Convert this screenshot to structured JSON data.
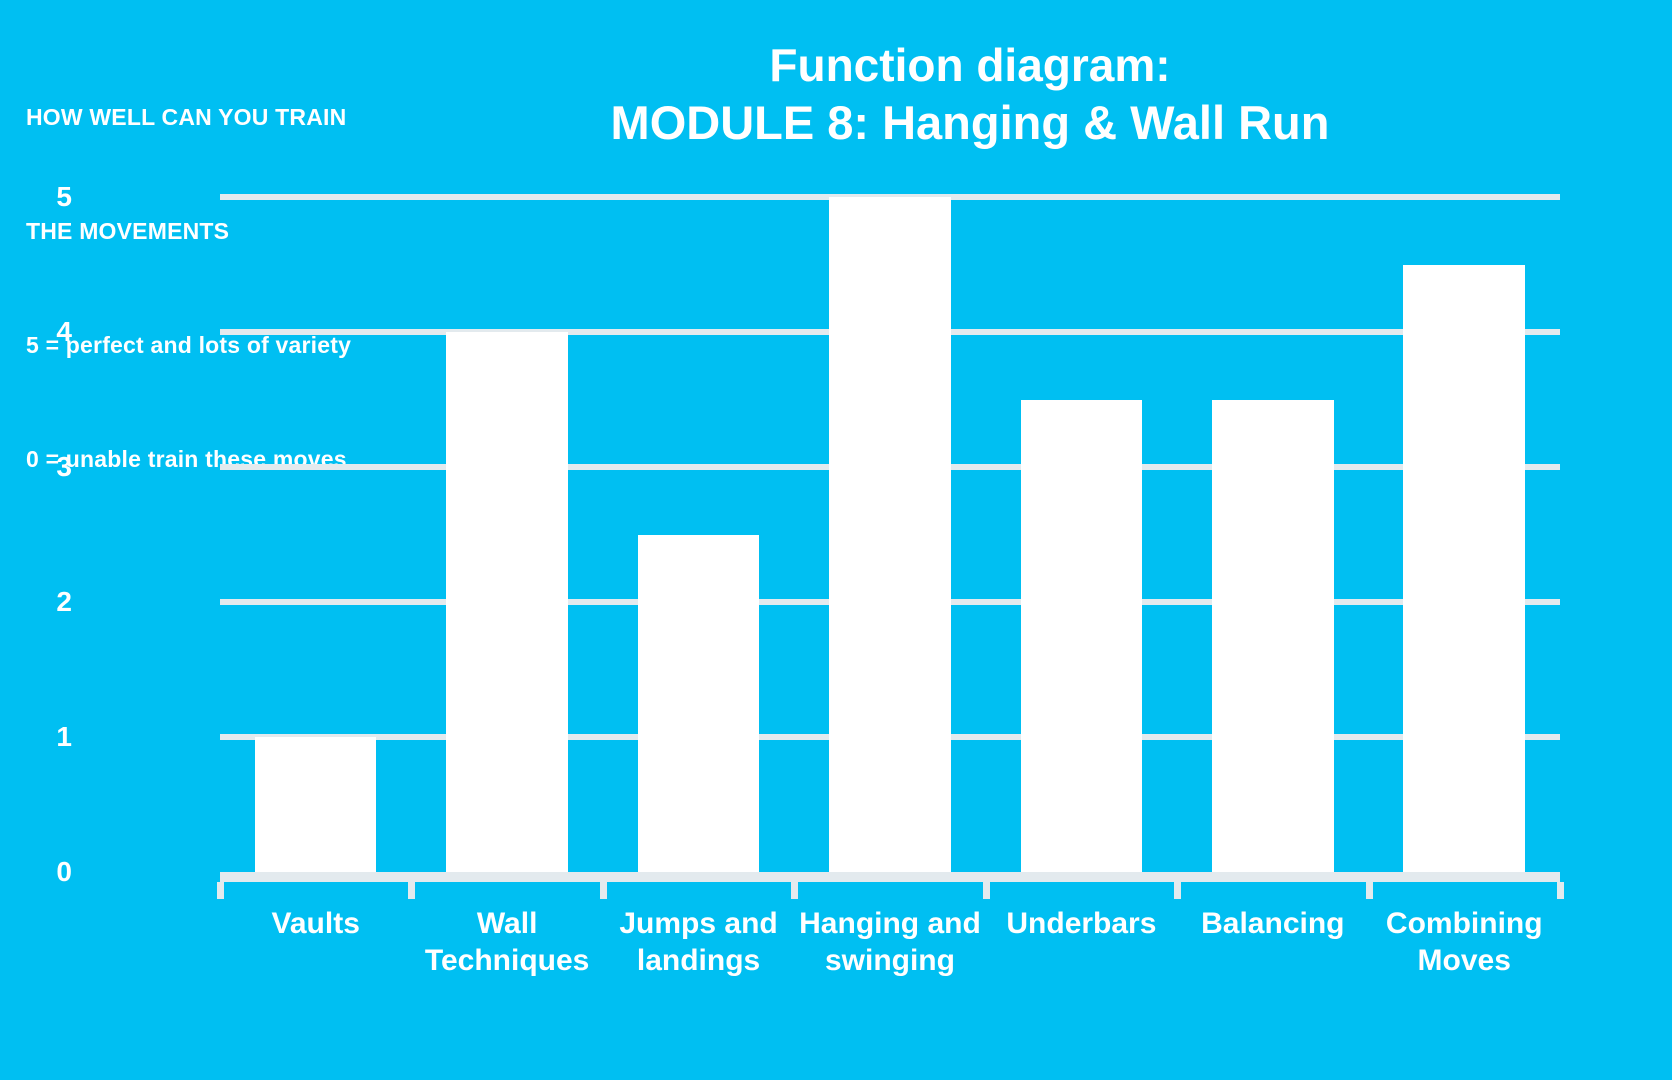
{
  "note": {
    "lines": [
      "HOW WELL CAN YOU TRAIN",
      "THE MOVEMENTS",
      "5 = perfect and lots of variety",
      "0 = unable train these moves"
    ]
  },
  "title": {
    "line1": "Function diagram:",
    "line2": "MODULE 8: Hanging & Wall Run"
  },
  "colors": {
    "background": "#00BFF2",
    "bar": "#FFFFFF",
    "gridline": "#E3EAEE",
    "text": "#FFFFFF"
  },
  "chart_data": {
    "type": "bar",
    "title": "Function diagram: MODULE 8: Hanging & Wall Run",
    "xlabel": "",
    "ylabel": "",
    "ylim": [
      0,
      5
    ],
    "yticks": [
      0,
      1,
      2,
      3,
      4,
      5
    ],
    "ytick_labels": [
      "0",
      "1",
      "2",
      "3",
      "4",
      "5"
    ],
    "grid": true,
    "legend": false,
    "categories": [
      "Vaults",
      "Wall Techniques",
      "Jumps and landings",
      "Hanging and swinging",
      "Underbars",
      "Balancing",
      "Combining Moves"
    ],
    "category_lines": [
      [
        "Vaults"
      ],
      [
        "Wall",
        "Techniques"
      ],
      [
        "Jumps and",
        "landings"
      ],
      [
        "Hanging and",
        "swinging"
      ],
      [
        "Underbars"
      ],
      [
        "Balancing"
      ],
      [
        "Combining",
        "Moves"
      ]
    ],
    "values": [
      1,
      4,
      2.5,
      5,
      3.5,
      3.5,
      4.5
    ],
    "annotation": "5 = perfect and lots of variety; 0 = unable train these moves"
  }
}
